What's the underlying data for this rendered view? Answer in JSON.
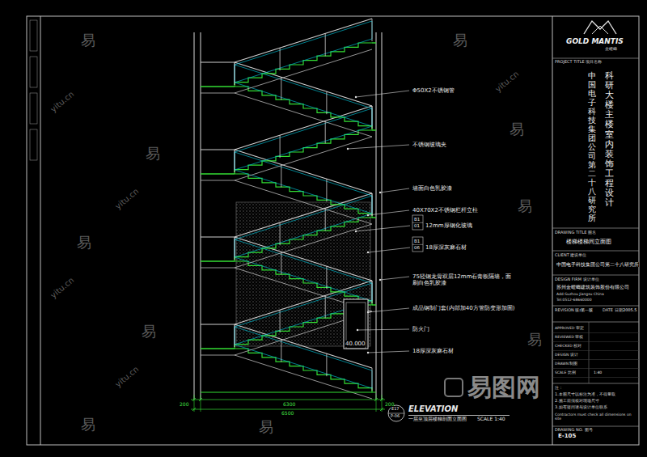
{
  "diagram": {
    "labels": [
      "Φ50X2不锈钢管",
      "不锈钢玻璃夹",
      "墙面白色乳胶漆",
      "40X70X2不锈钢栏杆立柱",
      "B1",
      "01",
      "12mm厚钢化玻璃",
      "B1",
      "06",
      "18厚深灰麻石材",
      "75轻钢龙骨双层12mm石膏板隔墙，面刷白色乳胶漆",
      "成品钢制门套(内部加40方管防变形加固)",
      "防火门",
      "18厚深灰麻石材",
      "40.000",
      "200",
      "6300",
      "200",
      "6500",
      "E17",
      "P-06",
      "ELEVATION",
      "一层至顶层楼梯剖面立面图",
      "SCALE 1:40",
      "GOLD MANTIS",
      "金螳螂",
      "PROJECT TITLE 项目名称",
      "科研大楼主楼室内装饰工程设计",
      "中国电子科技集团公司第二十八研究所",
      "DRAWING TITLE 图名",
      "楼梯楼梯间立面图",
      "CLIENT 建设单位",
      "中国电子科技集团公司第二十八研究所",
      "DESIGN FIRM 设计单位",
      "苏州金螳螂建筑装饰股份有限公司",
      "Add:Suzhou Jiangsu China",
      "Tel:0512-68660000",
      "REVISION 版本",
      "第一版",
      "DATE 日期",
      "2005.5",
      "APPROVED 审定",
      "REVIEWED 审核",
      "CHECKED 校对",
      "DESIGN 设计",
      "DRAWN 制图",
      "SCALE 比例",
      "1:40",
      "注：",
      "1.本图尺寸以标注为准，不得量取",
      "2.施工前须核对现场尺寸",
      "3.如有疑问请与设计单位联系",
      "Contractors must check all dimensions on site",
      "DRAWING NO. 图号",
      "E-105",
      "易",
      "易",
      "易",
      "易",
      "易",
      "易",
      "易",
      "易",
      "易",
      "易",
      "yitu.cn",
      "yitu.cn",
      "yitu.cn",
      "yitu.cn",
      "yitu.cn",
      "易图网"
    ]
  }
}
